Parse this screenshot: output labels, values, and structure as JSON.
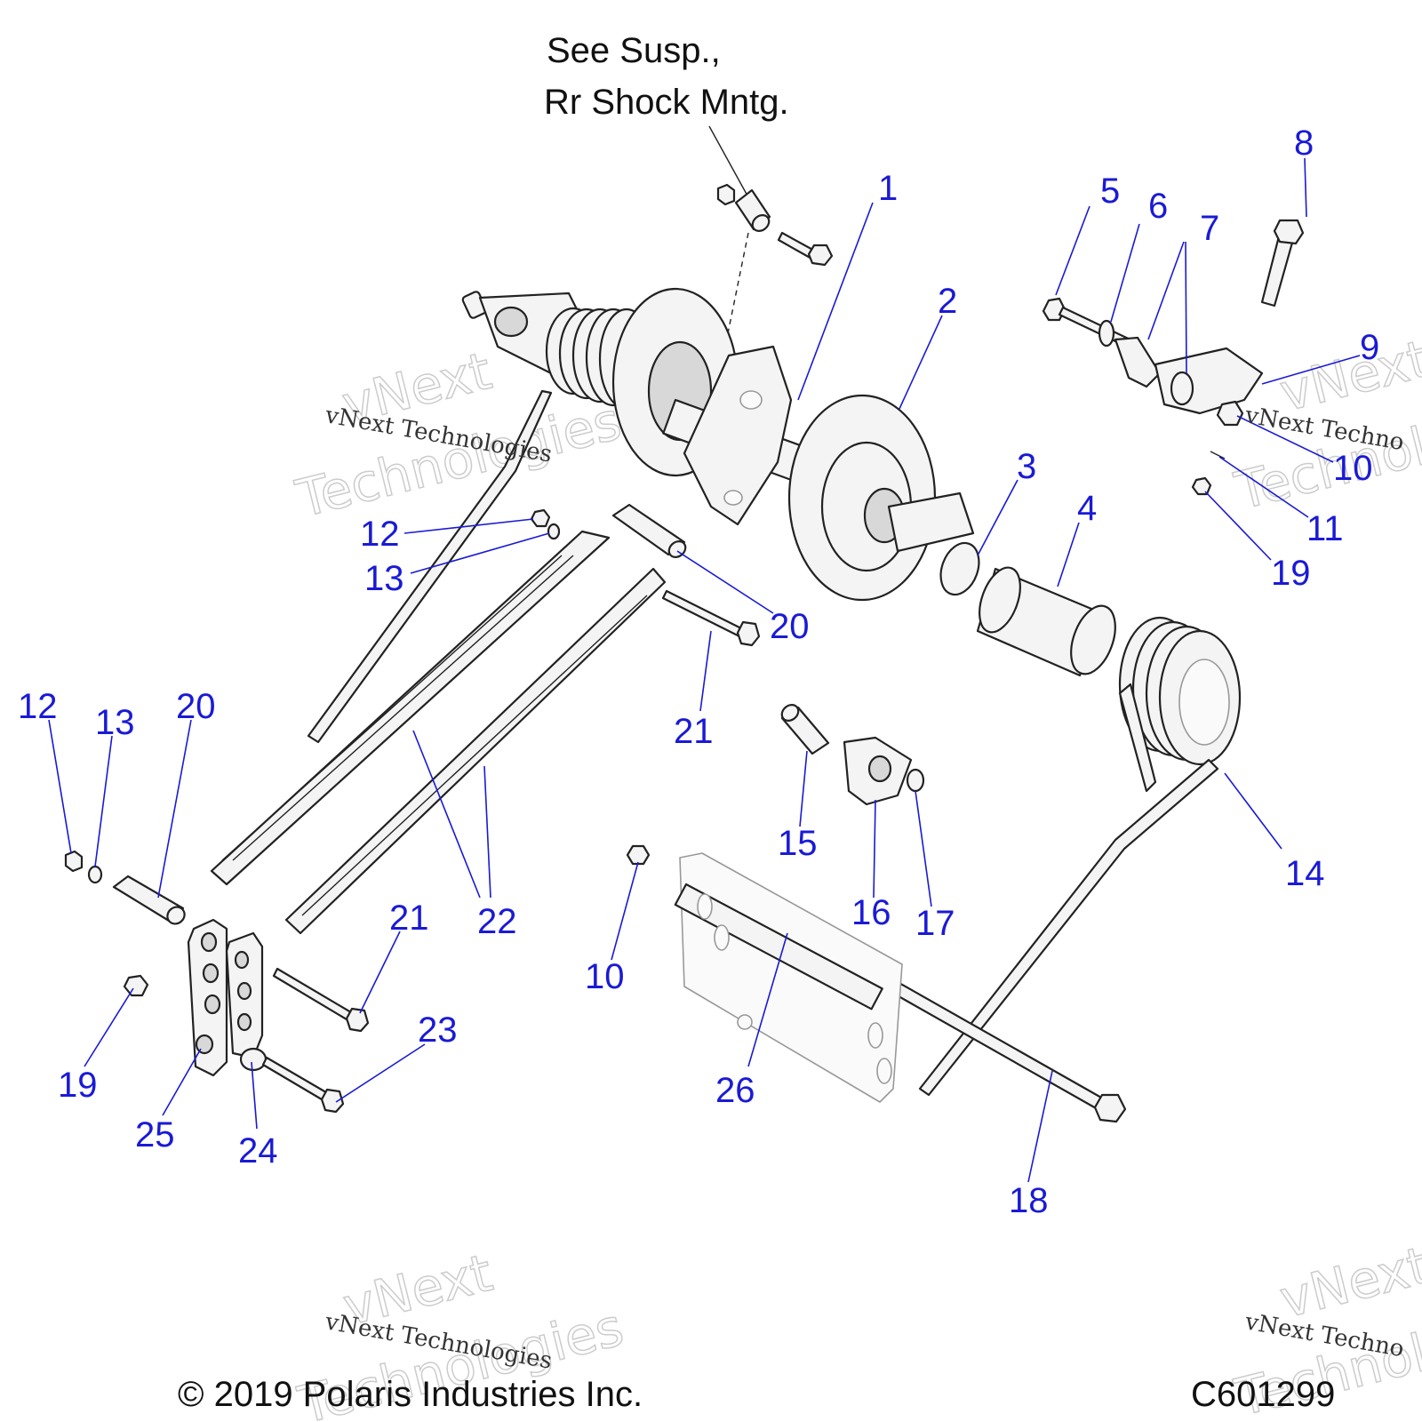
{
  "note": {
    "line1": "See Susp.,",
    "line2": "Rr Shock Mntg."
  },
  "callouts": [
    {
      "id": "c1",
      "label": "1"
    },
    {
      "id": "c2",
      "label": "2"
    },
    {
      "id": "c3",
      "label": "3"
    },
    {
      "id": "c4",
      "label": "4"
    },
    {
      "id": "c5",
      "label": "5"
    },
    {
      "id": "c6",
      "label": "6"
    },
    {
      "id": "c7",
      "label": "7"
    },
    {
      "id": "c8",
      "label": "8"
    },
    {
      "id": "c9",
      "label": "9"
    },
    {
      "id": "c10a",
      "label": "10"
    },
    {
      "id": "c11",
      "label": "11"
    },
    {
      "id": "c19a",
      "label": "19"
    },
    {
      "id": "c12a",
      "label": "12"
    },
    {
      "id": "c13a",
      "label": "13"
    },
    {
      "id": "c20a",
      "label": "20"
    },
    {
      "id": "c21a",
      "label": "21"
    },
    {
      "id": "c12b",
      "label": "12"
    },
    {
      "id": "c13b",
      "label": "13"
    },
    {
      "id": "c20b",
      "label": "20"
    },
    {
      "id": "c22",
      "label": "22"
    },
    {
      "id": "c21b",
      "label": "21"
    },
    {
      "id": "c19b",
      "label": "19"
    },
    {
      "id": "c25",
      "label": "25"
    },
    {
      "id": "c24",
      "label": "24"
    },
    {
      "id": "c23",
      "label": "23"
    },
    {
      "id": "c10b",
      "label": "10"
    },
    {
      "id": "c15",
      "label": "15"
    },
    {
      "id": "c16",
      "label": "16"
    },
    {
      "id": "c17",
      "label": "17"
    },
    {
      "id": "c14",
      "label": "14"
    },
    {
      "id": "c26",
      "label": "26"
    },
    {
      "id": "c18",
      "label": "18"
    }
  ],
  "watermarks": {
    "brand": "vNext Technologies",
    "brand_short": "vNext Techno",
    "outline_line1": "vNext",
    "outline_line2": "Technologies"
  },
  "footer": {
    "copyright": "© 2019 Polaris Industries Inc.",
    "code": "C601299"
  },
  "colors": {
    "callout": "#1a1ad6",
    "linework": "#222222",
    "background": "#ffffff"
  }
}
